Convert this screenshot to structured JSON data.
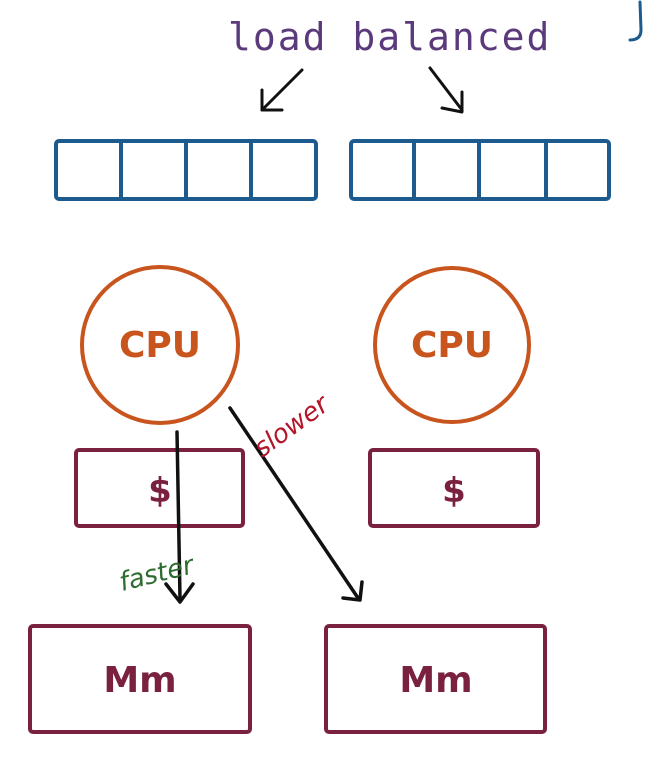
{
  "diagram": {
    "title": "load balanced",
    "queues": [
      {
        "slots": 4
      },
      {
        "slots": 4
      }
    ],
    "cpus": [
      {
        "label": "CPU"
      },
      {
        "label": "CPU"
      }
    ],
    "caches": [
      {
        "label": "$"
      },
      {
        "label": "$"
      }
    ],
    "memories": [
      {
        "label": "Mm"
      },
      {
        "label": "Mm"
      }
    ],
    "annotations": {
      "faster": "faster",
      "slower": "slower"
    }
  },
  "colors": {
    "title": "#5b3a7c",
    "queue": "#1d5a8e",
    "cpu": "#c8551e",
    "cache_memory": "#7a2140",
    "arrow": "#111111",
    "faster": "#2e6b2e",
    "slower": "#b3152a"
  }
}
